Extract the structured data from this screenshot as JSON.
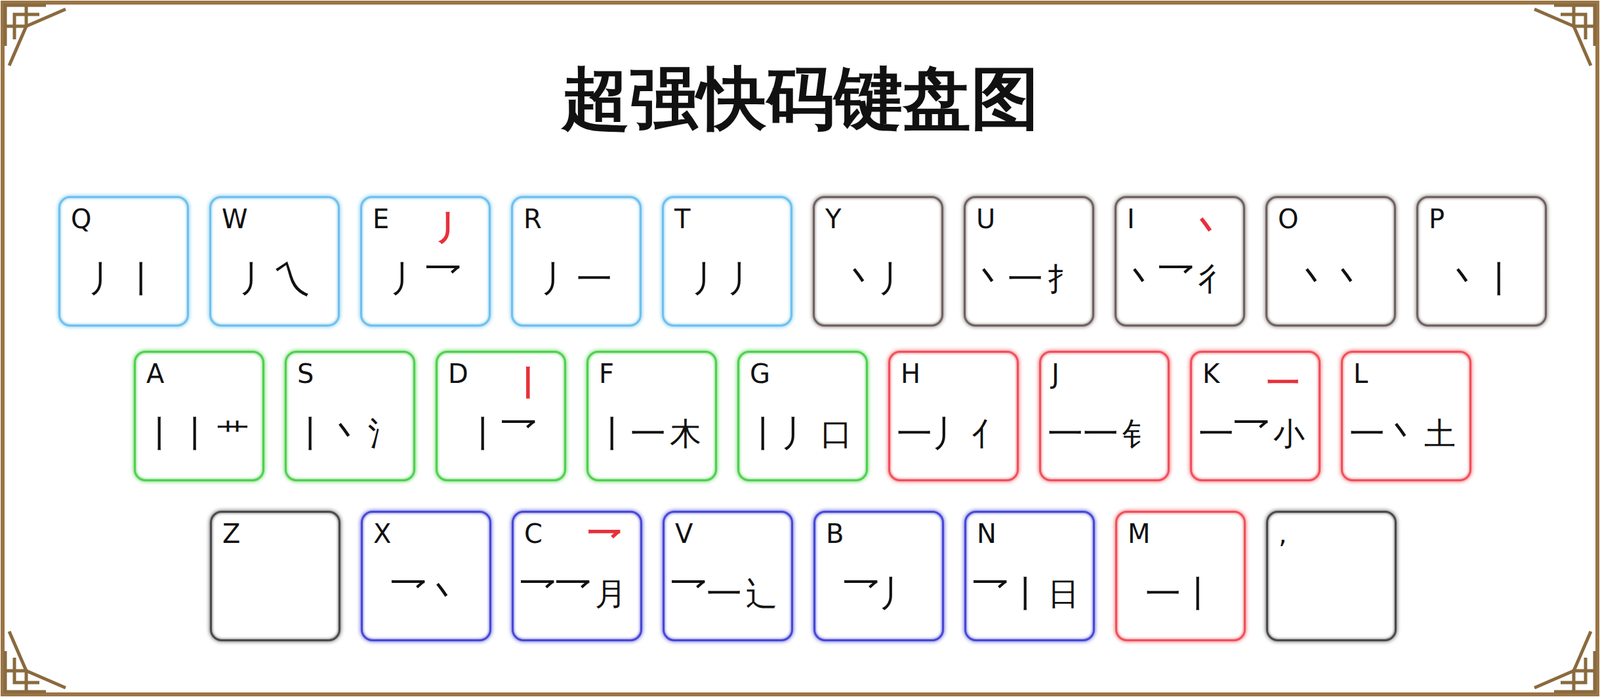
{
  "diagram": {
    "title": "超强快码键盘图",
    "nodes": [
      {
        "text": [
          "Q",
          "丿丨"
        ]
      },
      {
        "text": [
          "W",
          "丿乀"
        ]
      },
      {
        "text": [
          "E",
          "丿",
          "丿乛"
        ]
      },
      {
        "text": [
          "R",
          "丿一"
        ]
      },
      {
        "text": [
          "T",
          "丿丿"
        ]
      },
      {
        "text": [
          "Y",
          "丶丿"
        ]
      },
      {
        "text": [
          "U",
          "丶一",
          "扌"
        ]
      },
      {
        "text": [
          "I",
          "丶",
          "丶乛",
          "彳"
        ]
      },
      {
        "text": [
          "O",
          "丶丶"
        ]
      },
      {
        "text": [
          "P",
          "丶丨"
        ]
      },
      {
        "text": [
          "A",
          "丨丨",
          "艹"
        ]
      },
      {
        "text": [
          "S",
          "丨丶",
          "氵"
        ]
      },
      {
        "text": [
          "D",
          "丨",
          "丨乛"
        ]
      },
      {
        "text": [
          "F",
          "丨一",
          "木"
        ]
      },
      {
        "text": [
          "G",
          "丨丿",
          "口"
        ]
      },
      {
        "text": [
          "H",
          "一丿",
          "亻"
        ]
      },
      {
        "text": [
          "J",
          "一一",
          "钅"
        ]
      },
      {
        "text": [
          "K",
          "一",
          "一乛",
          "小"
        ]
      },
      {
        "text": [
          "L",
          "一丶",
          "土"
        ]
      },
      {
        "text": [
          "Z"
        ]
      },
      {
        "text": [
          "X",
          "乛丶"
        ]
      },
      {
        "text": [
          "C",
          "乛",
          "乛乛",
          "月"
        ]
      },
      {
        "text": [
          "V",
          "乛一",
          "辶"
        ]
      },
      {
        "text": [
          "B",
          "乛丿"
        ]
      },
      {
        "text": [
          "N",
          "乛丨",
          "日"
        ]
      },
      {
        "text": [
          "M",
          "一丨"
        ]
      },
      {
        "text": [
          ","
        ]
      }
    ]
  }
}
